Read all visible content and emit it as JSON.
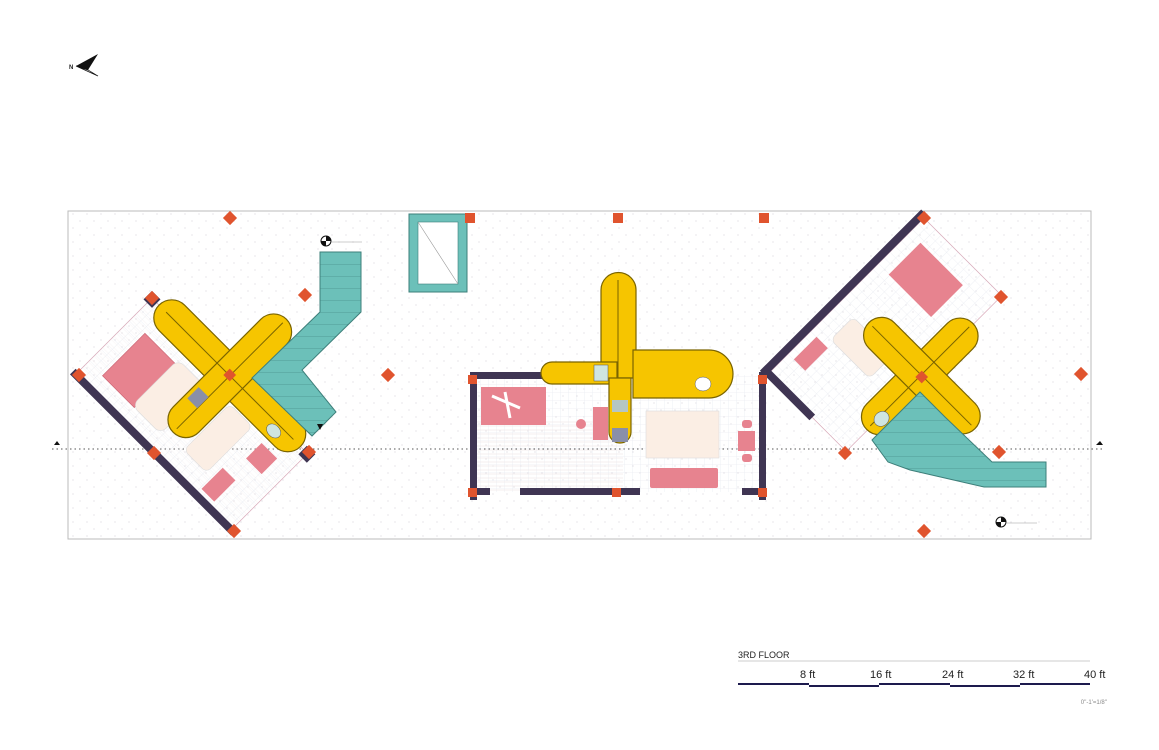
{
  "plan": {
    "north_label": "N",
    "title": "3RD FLOOR",
    "scale_labels": [
      "8 ft",
      "16 ft",
      "24 ft",
      "32 ft",
      "40 ft"
    ],
    "scale_note": "0''-1'=1/8''"
  },
  "colors": {
    "core": "#f6c500",
    "core_outline": "#7a6400",
    "stair": "#6cc0b9",
    "wall": "#3f3553",
    "column": "#e0542e",
    "furniture": "#e7838f",
    "rug": "#fbeee4",
    "scale_bar": "#1d1a4e"
  }
}
